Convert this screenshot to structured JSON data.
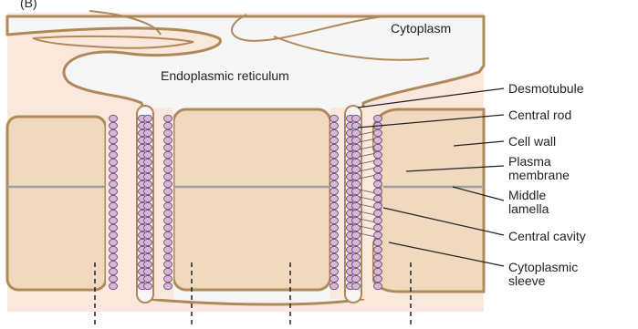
{
  "figure_tag": "(B)",
  "region_labels": {
    "cytoplasm": "Cytoplasm",
    "endoplasmic_reticulum": "Endoplasmic reticulum"
  },
  "callouts": [
    {
      "id": "desmotubule",
      "lines": [
        "Desmotubule"
      ]
    },
    {
      "id": "central-rod",
      "lines": [
        "Central rod"
      ]
    },
    {
      "id": "cell-wall",
      "lines": [
        "Cell wall"
      ]
    },
    {
      "id": "plasma-membrane",
      "lines": [
        "Plasma",
        "membrane"
      ]
    },
    {
      "id": "middle-lamella",
      "lines": [
        "Middle",
        "lamella"
      ]
    },
    {
      "id": "central-cavity",
      "lines": [
        "Central cavity"
      ]
    },
    {
      "id": "cytoplasmic-sleeve",
      "lines": [
        "Cytoplasmic",
        "sleeve"
      ]
    }
  ],
  "colors": {
    "cytoplasm": "#fbe8dc",
    "cell_wall": "#f1d9bf",
    "membrane": "#b0895a",
    "er_lumen": "#f6f6f6",
    "protein": "#d8b7d6",
    "protein_outline": "#6a4f7a",
    "middle_lamella": "#9d9d9d",
    "leader": "#222222"
  }
}
